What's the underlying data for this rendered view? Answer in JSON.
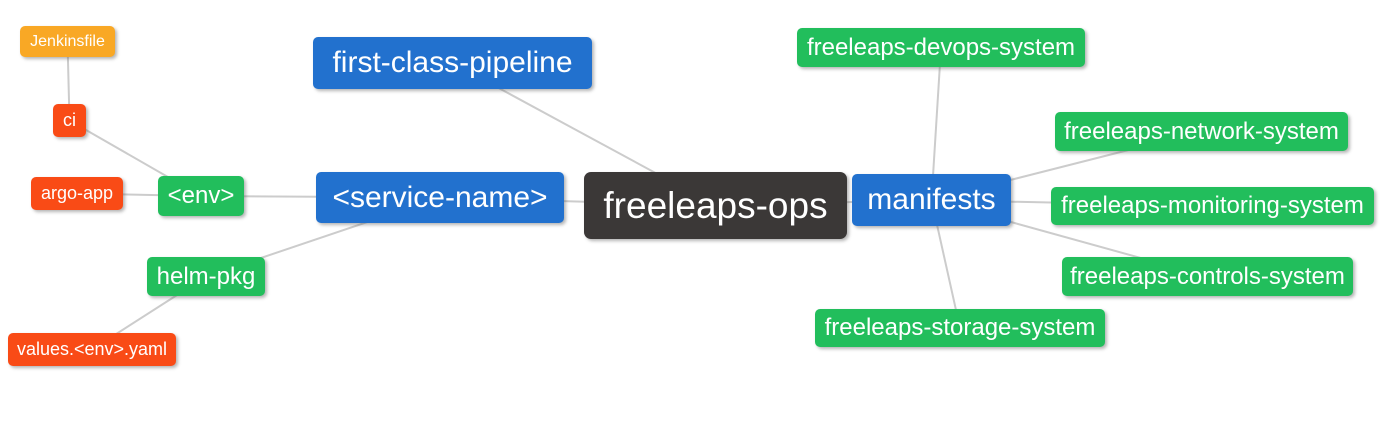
{
  "diagram": {
    "type": "mindmap",
    "background": "#ffffff",
    "edge_color": "#cccccc",
    "palette": {
      "root_dark": "#3b3837",
      "branch_blue": "#2271ce",
      "leaf_green": "#22be5c",
      "leaf_red": "#f94b16",
      "leaf_amber": "#f9a825"
    },
    "root_label": "freeleaps-ops",
    "nodes": [
      {
        "id": "freeleaps-ops",
        "label": "freeleaps-ops",
        "role": "root",
        "color": "root_dark"
      },
      {
        "id": "first-class-pipeline",
        "label": "first-class-pipeline",
        "role": "branch",
        "color": "branch_blue"
      },
      {
        "id": "service-name",
        "label": "<service-name>",
        "role": "branch",
        "color": "branch_blue"
      },
      {
        "id": "manifests",
        "label": "manifests",
        "role": "branch",
        "color": "branch_blue"
      },
      {
        "id": "env",
        "label": "<env>",
        "role": "leaf",
        "color": "leaf_green"
      },
      {
        "id": "helm-pkg",
        "label": "helm-pkg",
        "role": "leaf",
        "color": "leaf_green"
      },
      {
        "id": "ci",
        "label": "ci",
        "role": "leaf",
        "color": "leaf_red"
      },
      {
        "id": "argo-app",
        "label": "argo-app",
        "role": "leaf",
        "color": "leaf_red"
      },
      {
        "id": "jenkinsfile",
        "label": "Jenkinsfile",
        "role": "leaf",
        "color": "leaf_amber"
      },
      {
        "id": "values-env-yaml",
        "label": "values.<env>.yaml",
        "role": "leaf",
        "color": "leaf_red"
      },
      {
        "id": "devops-system",
        "label": "freeleaps-devops-system",
        "role": "leaf",
        "color": "leaf_green"
      },
      {
        "id": "network-system",
        "label": "freeleaps-network-system",
        "role": "leaf",
        "color": "leaf_green"
      },
      {
        "id": "monitoring-system",
        "label": "freeleaps-monitoring-system",
        "role": "leaf",
        "color": "leaf_green"
      },
      {
        "id": "controls-system",
        "label": "freeleaps-controls-system",
        "role": "leaf",
        "color": "leaf_green"
      },
      {
        "id": "storage-system",
        "label": "freeleaps-storage-system",
        "role": "leaf",
        "color": "leaf_green"
      }
    ],
    "edges": [
      {
        "from": "jenkinsfile",
        "to": "ci"
      },
      {
        "from": "ci",
        "to": "env"
      },
      {
        "from": "argo-app",
        "to": "env"
      },
      {
        "from": "env",
        "to": "service-name"
      },
      {
        "from": "helm-pkg",
        "to": "service-name"
      },
      {
        "from": "values-env-yaml",
        "to": "helm-pkg"
      },
      {
        "from": "first-class-pipeline",
        "to": "freeleaps-ops"
      },
      {
        "from": "service-name",
        "to": "freeleaps-ops"
      },
      {
        "from": "freeleaps-ops",
        "to": "manifests"
      },
      {
        "from": "manifests",
        "to": "devops-system"
      },
      {
        "from": "manifests",
        "to": "network-system"
      },
      {
        "from": "manifests",
        "to": "monitoring-system"
      },
      {
        "from": "manifests",
        "to": "controls-system"
      },
      {
        "from": "manifests",
        "to": "storage-system"
      }
    ]
  }
}
